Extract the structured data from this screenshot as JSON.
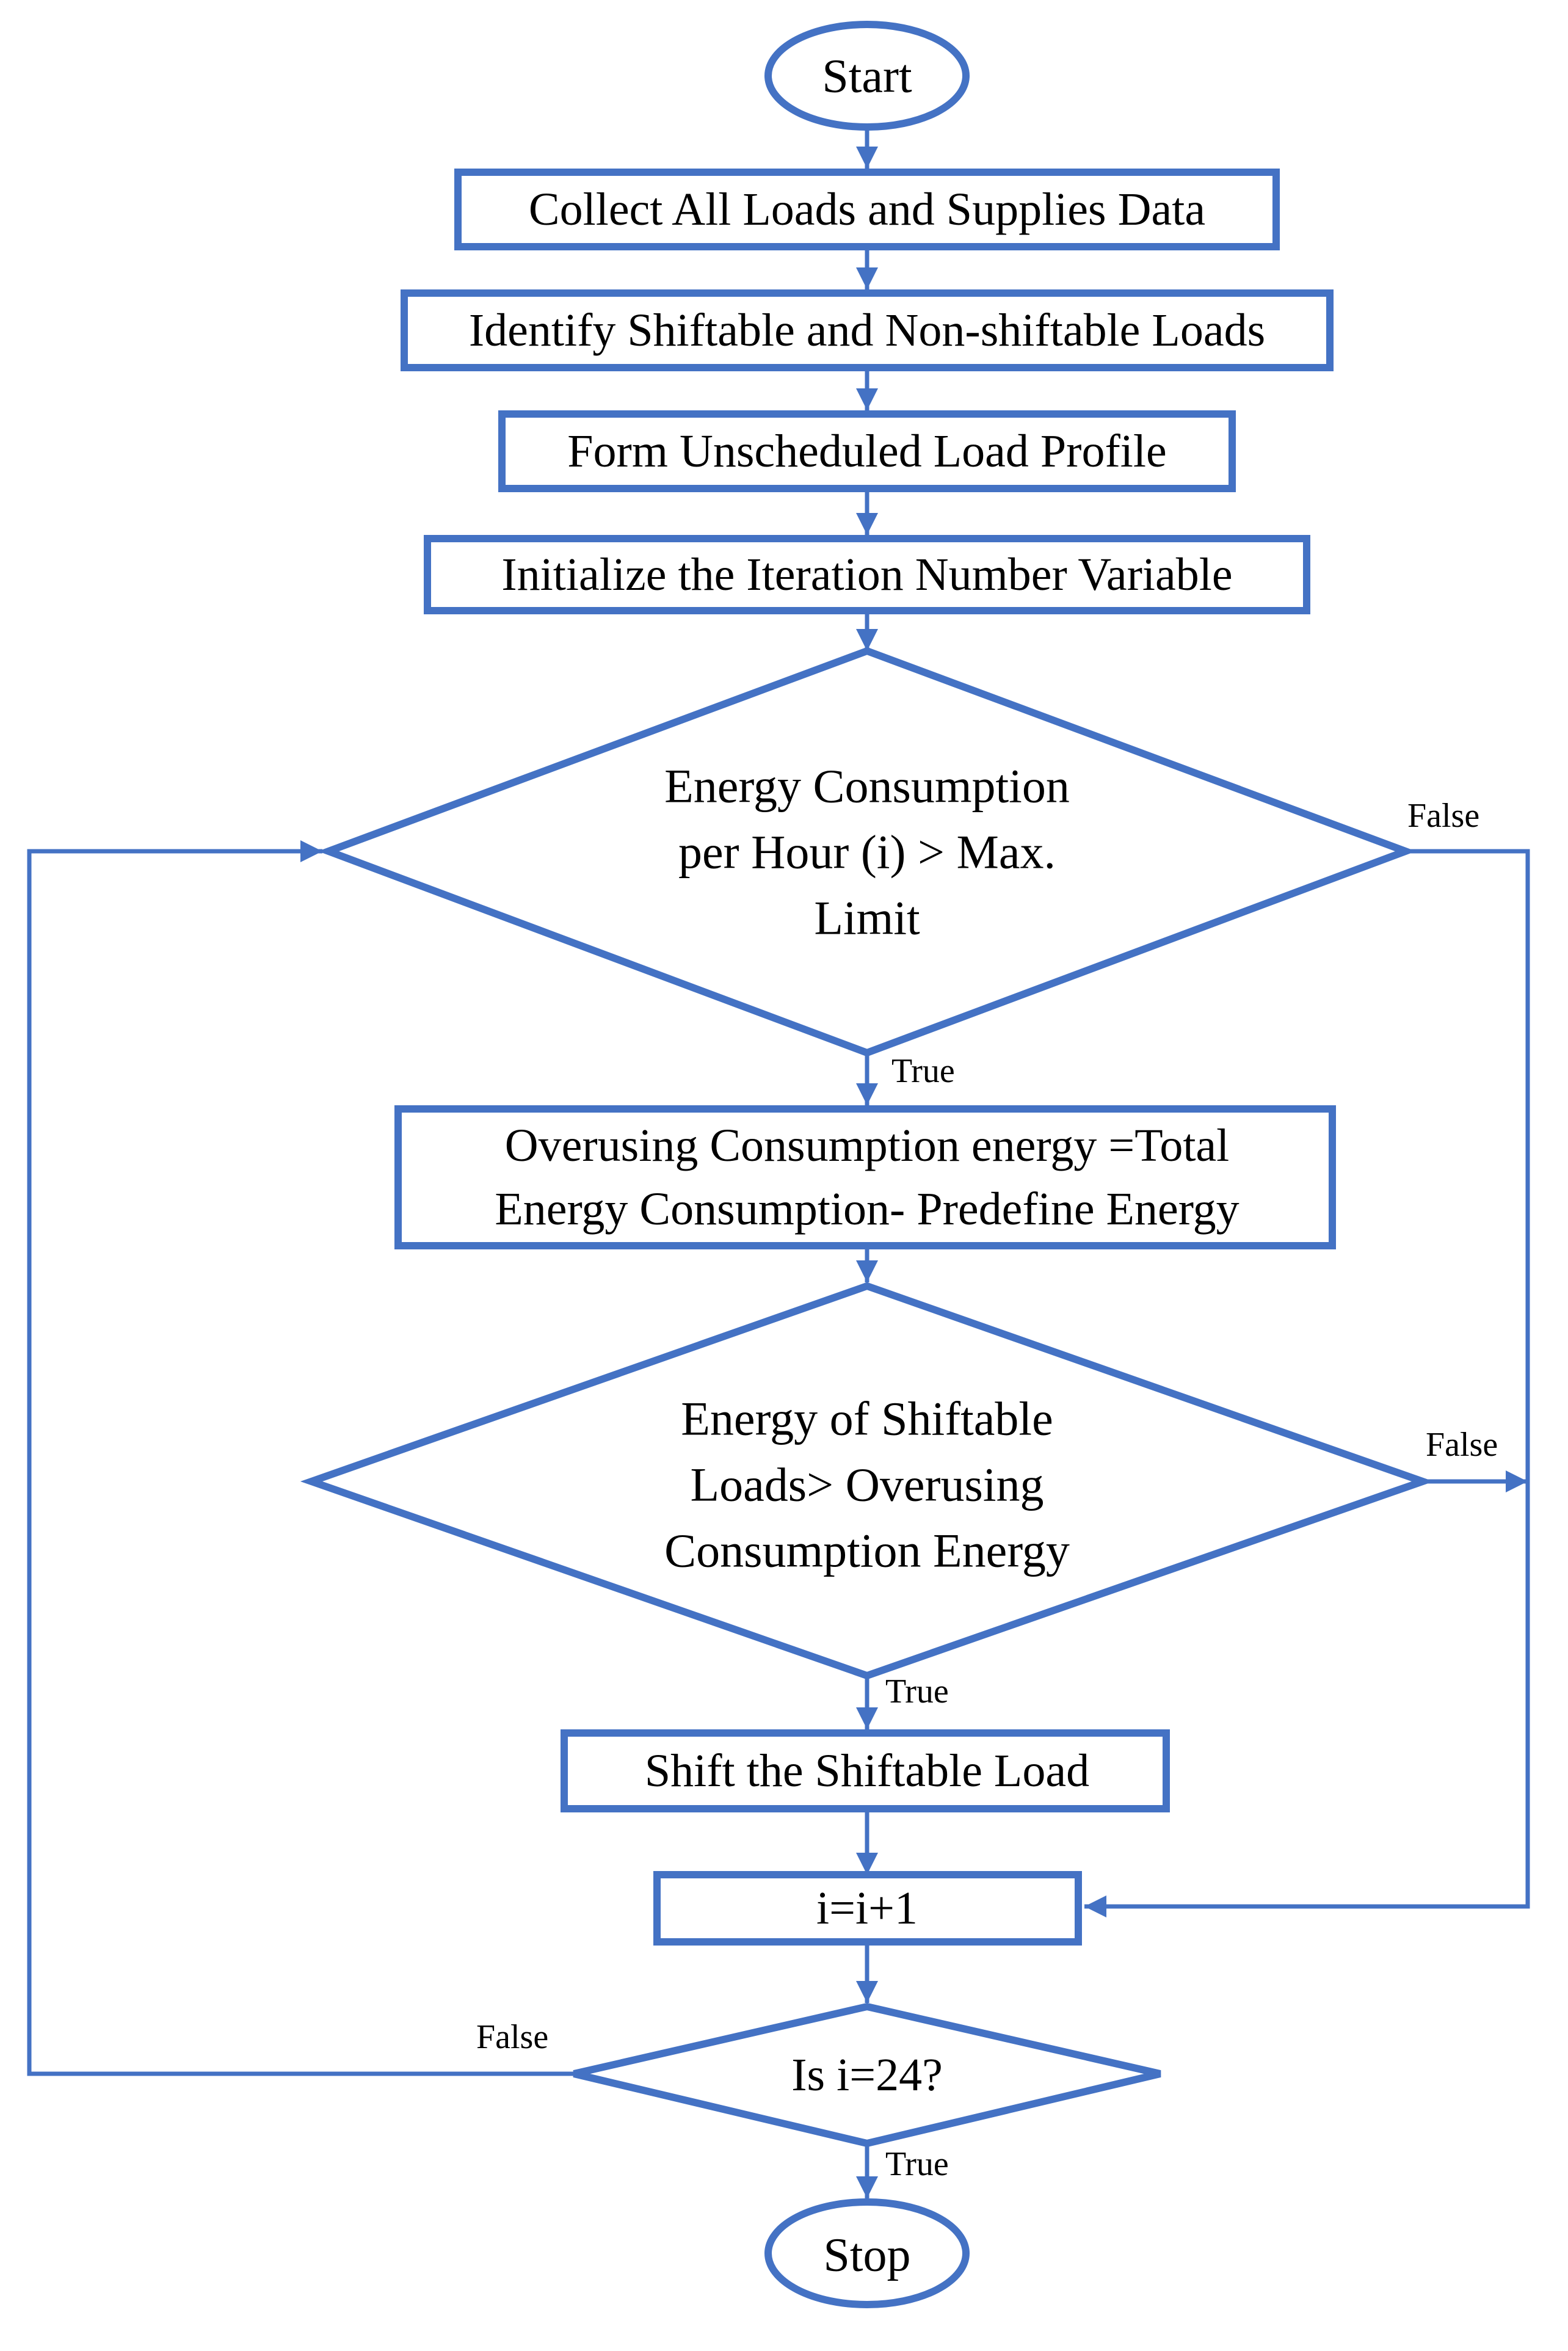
{
  "colors": {
    "stroke": "#4472C4",
    "text": "#000000",
    "background": "#FFFFFF"
  },
  "nodes": {
    "start": {
      "type": "terminal",
      "label": "Start"
    },
    "collect": {
      "type": "process",
      "label": "Collect All Loads and Supplies Data"
    },
    "identify": {
      "type": "process",
      "label": "Identify Shiftable and Non-shiftable Loads"
    },
    "form": {
      "type": "process",
      "label": "Form Unscheduled Load Profile"
    },
    "init": {
      "type": "process",
      "label": "Initialize the Iteration Number Variable"
    },
    "decision1": {
      "type": "decision",
      "lines": [
        "Energy Consumption",
        "per Hour (i) > Max.",
        "Limit"
      ]
    },
    "overusing": {
      "type": "process",
      "lines": [
        "Overusing Consumption energy =Total",
        "Energy Consumption- Predefine Energy"
      ]
    },
    "decision2": {
      "type": "decision",
      "lines": [
        "Energy of Shiftable",
        "Loads> Overusing",
        "Consumption Energy"
      ]
    },
    "shift": {
      "type": "process",
      "label": "Shift the Shiftable Load"
    },
    "increment": {
      "type": "process",
      "label": "i=i+1"
    },
    "decision3": {
      "type": "decision",
      "label": "Is i=24?"
    },
    "stop": {
      "type": "terminal",
      "label": "Stop"
    }
  },
  "edge_labels": {
    "d1_false": "False",
    "d1_true": "True",
    "d2_false": "False",
    "d2_true": "True",
    "d3_false": "False",
    "d3_true": "True"
  }
}
